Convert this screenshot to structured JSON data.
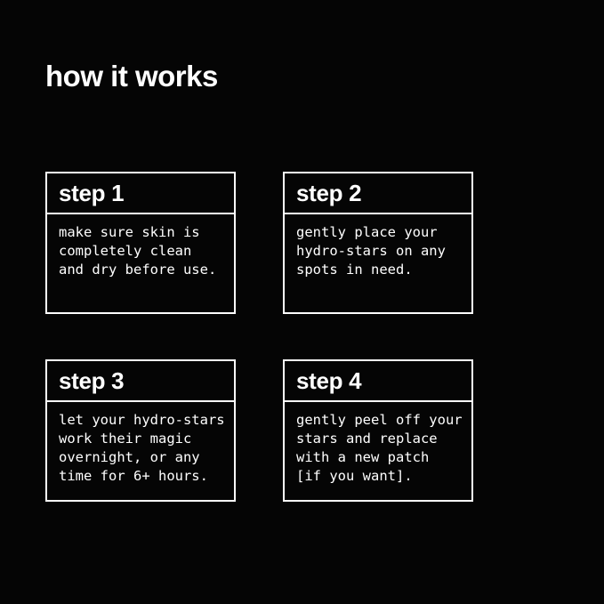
{
  "page": {
    "title": "how it works",
    "background_color": "#050505",
    "text_color": "#ffffff",
    "border_color": "#ffffff"
  },
  "cards": [
    {
      "title": "step 1",
      "lines": [
        "make sure skin is",
        "completely clean",
        "and dry before use."
      ]
    },
    {
      "title": "step 2",
      "lines": [
        "gently place your",
        "hydro-stars on any",
        "spots in need."
      ]
    },
    {
      "title": "step 3",
      "lines": [
        "let your hydro-stars",
        "work their magic",
        "overnight, or any",
        "time for 6+ hours."
      ]
    },
    {
      "title": "step 4",
      "lines": [
        "gently peel off your",
        "stars and replace",
        "with a new patch",
        "[if you want]."
      ]
    }
  ]
}
